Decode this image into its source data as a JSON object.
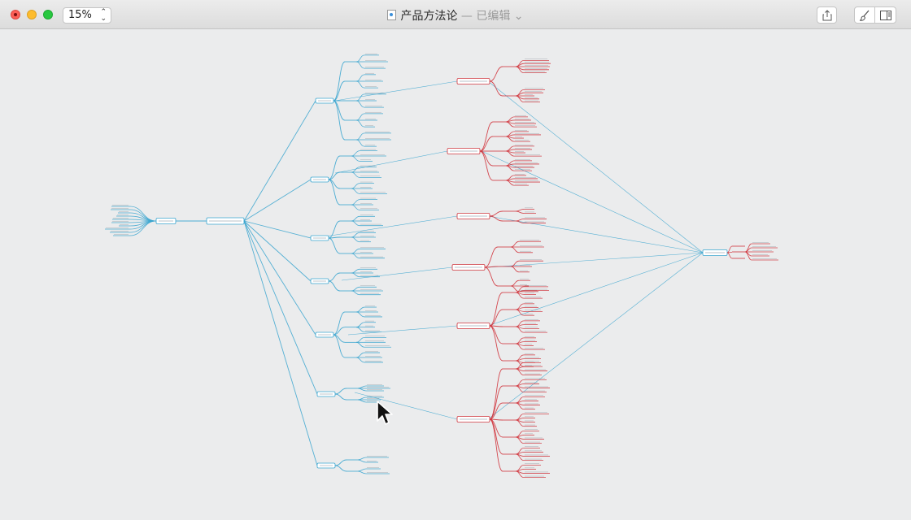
{
  "window": {
    "title": "产品方法论",
    "separator": " — ",
    "status": "已编辑"
  },
  "toolbar": {
    "zoom_value": "15%",
    "zoom_arrows": "⌃⌄"
  },
  "icons": {
    "share": "share-icon",
    "brush": "brush-icon",
    "panel": "sidebar-panel-icon",
    "cursor": "arrow-cursor-icon"
  },
  "colors": {
    "blue_branch": "#3aa5cf",
    "red_branch": "#d0343c",
    "node_border": "#4aa6d0",
    "canvas": "#ebeced"
  }
}
